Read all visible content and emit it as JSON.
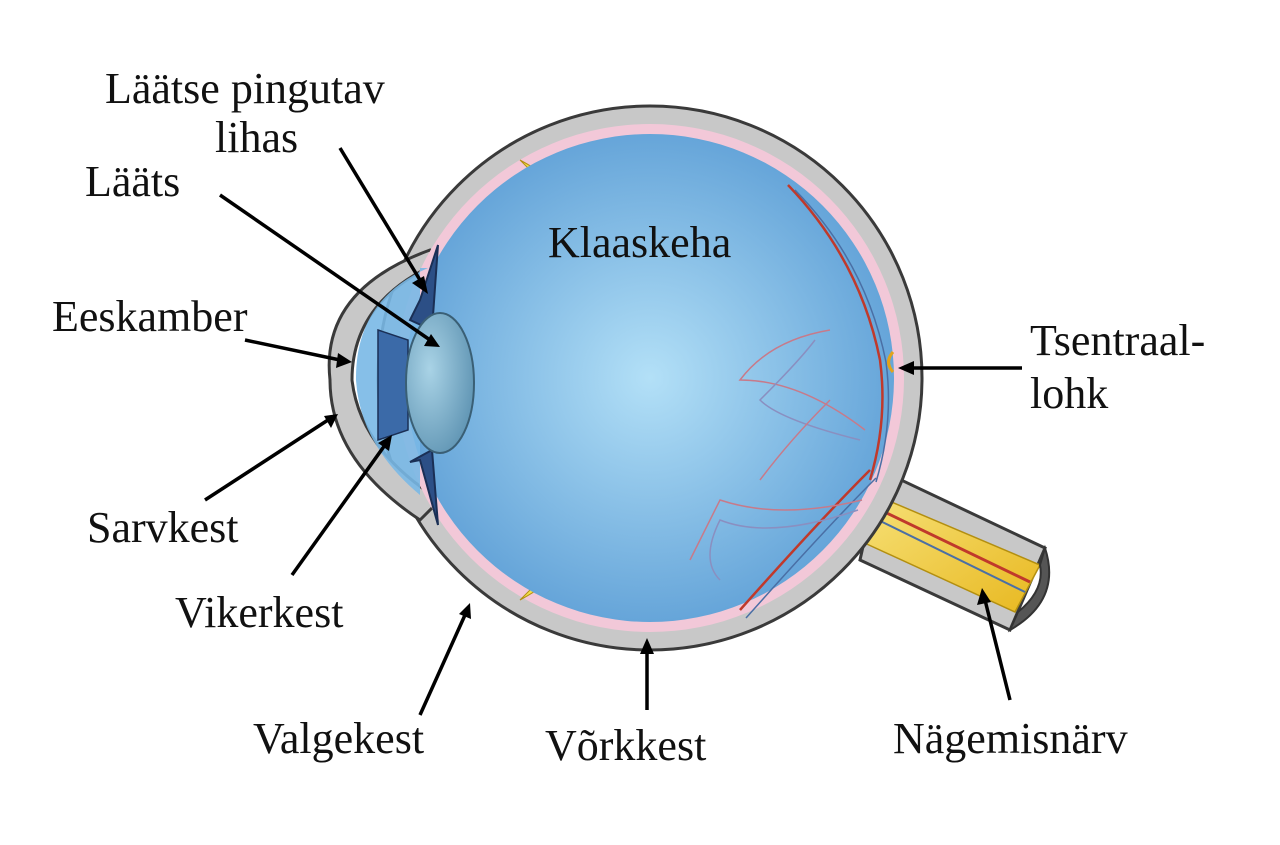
{
  "labels": {
    "ciliary_muscle_line1": "Läätse pingutav",
    "ciliary_muscle_line2": "lihas",
    "lens": "Lääts",
    "anterior_chamber": "Eeskamber",
    "cornea": "Sarvkest",
    "iris": "Vikerkest",
    "sclera": "Valgekest",
    "vitreous_body": "Klaaskeha",
    "retina": "Võrkkest",
    "fovea_line1": "Tsentraal-",
    "fovea_line2": "lohk",
    "optic_nerve": "Nägemisnärv"
  },
  "colors": {
    "sclera": "#c8c8c8",
    "outline": "#3a3a3a",
    "choroid": "#f2c8d8",
    "retina": "#f3e04a",
    "vitreous_center": "#b3e0f7",
    "vitreous_edge": "#5e9fd6",
    "iris": "#2c4f86",
    "lens": "#7fb3cf",
    "blood_vessel_red": "#c0392b",
    "blood_vessel_blue": "#4a6fa5",
    "optic_nerve": "#f4d13a",
    "optic_nerve_cap": "#555555"
  }
}
